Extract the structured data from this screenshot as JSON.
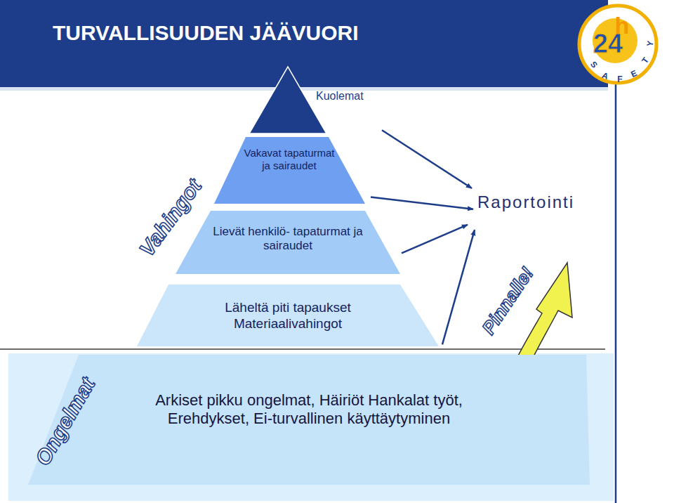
{
  "diagram": {
    "title": "TURVALLISUUDEN JÄÄVUORI",
    "nodes": [
      {
        "text": [
          "Kuolemat"
        ]
      },
      {
        "text": [
          "Vakavat tapaturmat ja sairaudet"
        ]
      },
      {
        "text": [
          "Lievät henkilö- tapaturmat ja sairaudet"
        ]
      },
      {
        "text": [
          "Läheltä piti tapaukset",
          "Materiaalivahingot"
        ]
      },
      {
        "text": [
          "Arkiset pikku ongelmat, Häiriöt Hankalat työt, Erehdykset, Ei-turvallinen käyttäytyminen"
        ]
      },
      {
        "text": [
          "Raportointi"
        ]
      }
    ],
    "edges": [
      {
        "from": 0,
        "to": 5,
        "arrow": "to"
      },
      {
        "from": 1,
        "to": 5,
        "arrow": "to"
      },
      {
        "from": 2,
        "to": 5,
        "arrow": "to"
      },
      {
        "from": 3,
        "to": 5,
        "arrow": "to"
      }
    ],
    "labels": [
      "Vahingot",
      "Ongelmat",
      "Pinnalle!",
      "24",
      "h",
      "S",
      "A",
      "F",
      "E",
      "T",
      "Y"
    ]
  }
}
